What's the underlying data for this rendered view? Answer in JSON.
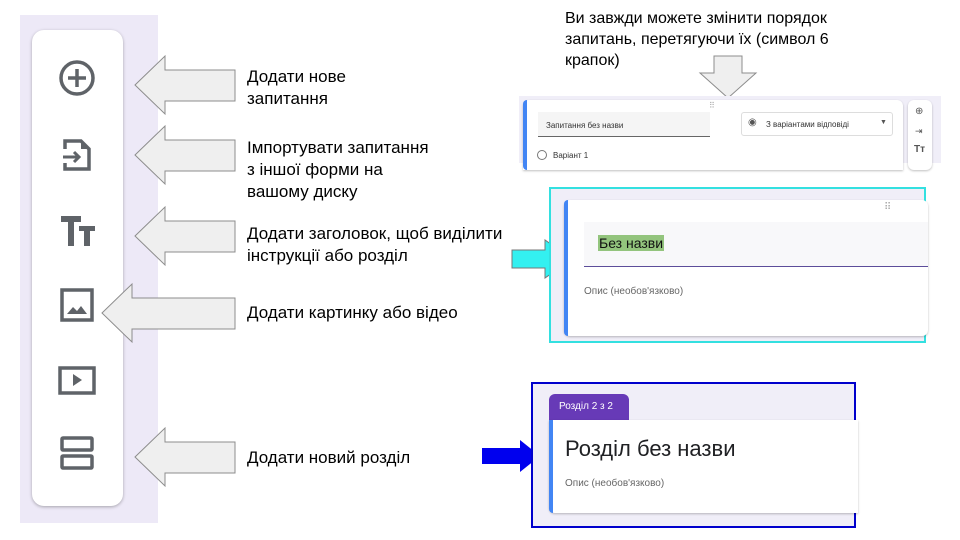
{
  "toolbar": {
    "items": [
      {
        "icon": "add-circle-icon",
        "label": "Додати нове\nзапитання",
        "line1": "Додати нове",
        "line2": "запитання"
      },
      {
        "icon": "import-file-icon",
        "line1": "Імпортувати запитання",
        "line2": "з іншої форми на",
        "line3": "вашому диску"
      },
      {
        "icon": "title-text-icon",
        "line1": "Додати заголовок, щоб виділити",
        "line2": "інструкції або розділ"
      },
      {
        "icon": "image-icon",
        "line1": "Додати картинку або відео"
      },
      {
        "icon": "video-icon"
      },
      {
        "icon": "section-icon",
        "line1": "Додати новий розділ"
      }
    ]
  },
  "drag_note": {
    "line1": "Ви завжди можете змінити порядок",
    "line2": "запитань, перетягуючи їх (символ 6",
    "line3": "крапок)"
  },
  "question_card": {
    "title": "Запитання без назви",
    "type": "З варіантами відповіді",
    "option": "Варіант 1"
  },
  "title_card": {
    "title": "Без назви",
    "description": "Опис (необов'язково)"
  },
  "section_card": {
    "tab": "Розділ 2 з 2",
    "title": "Розділ без назви",
    "description": "Опис (необов'язково)"
  },
  "colors": {
    "accent": "#4285f4",
    "purple": "#673ab7",
    "cyan": "#33e0e0",
    "blue": "#0000cc",
    "highlight": "#93c47d"
  }
}
